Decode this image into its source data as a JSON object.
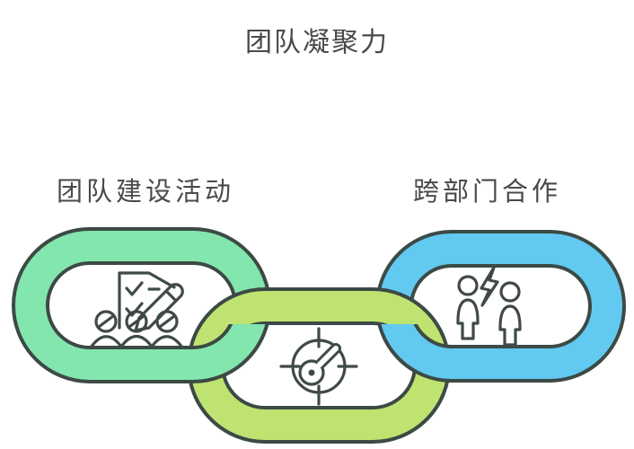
{
  "title": "团队凝聚力",
  "colors": {
    "background": "#ffffff",
    "text": "#4a4a4a",
    "outline": "#3c4a45",
    "icon_stroke": "#3f4a46",
    "white": "#ffffff"
  },
  "nodes": [
    {
      "label": "团队建设活动",
      "icon": "checklist-team-icon",
      "color": "#83e6ae"
    },
    {
      "icon": "target-key-icon",
      "color": "#bfe371"
    },
    {
      "label": "跨部门合作",
      "icon": "people-collaboration-icon",
      "color": "#62c9f1"
    }
  ]
}
